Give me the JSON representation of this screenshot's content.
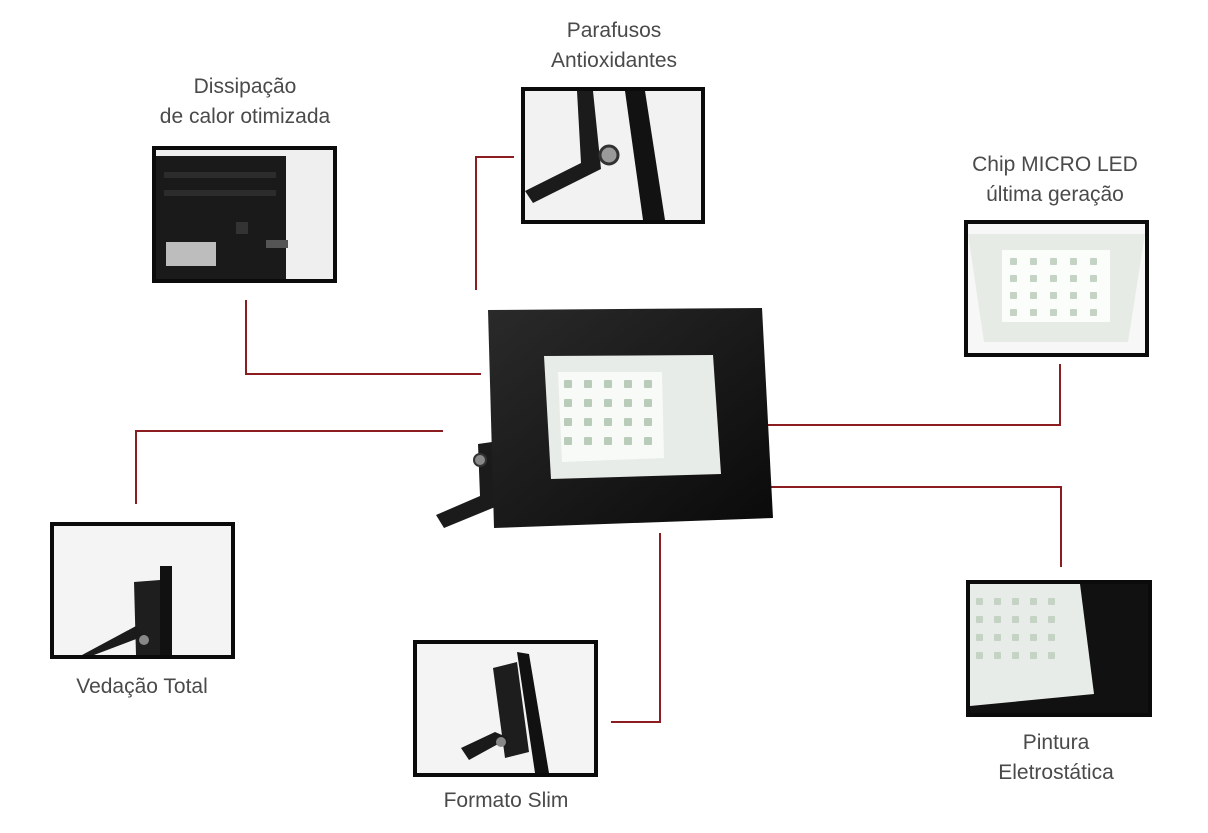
{
  "captions": {
    "dissipacao": [
      "Dissipação",
      "de calor otimizada"
    ],
    "parafusos": [
      "Parafusos",
      "Antioxidantes"
    ],
    "chip": [
      "Chip MICRO LED",
      "última geração"
    ],
    "vedacao": [
      "Vedação Total"
    ],
    "formato": [
      "Formato Slim"
    ],
    "pintura": [
      "Pintura",
      "Eletrostática"
    ]
  },
  "icons": {
    "main_product": "led-floodlight-icon",
    "detail_rear": "heat-sink-rear-icon",
    "detail_bracket": "stainless-screw-bracket-icon",
    "detail_chip": "micro-led-chip-array-icon",
    "detail_side": "sealed-side-profile-icon",
    "detail_slim": "slim-profile-icon",
    "detail_paint": "electrostatic-paint-corner-icon"
  },
  "colors": {
    "connector": "#8b1c20",
    "frame": "#0b0b0b",
    "housing": "#141414",
    "caption_text": "#4a4a4a"
  }
}
